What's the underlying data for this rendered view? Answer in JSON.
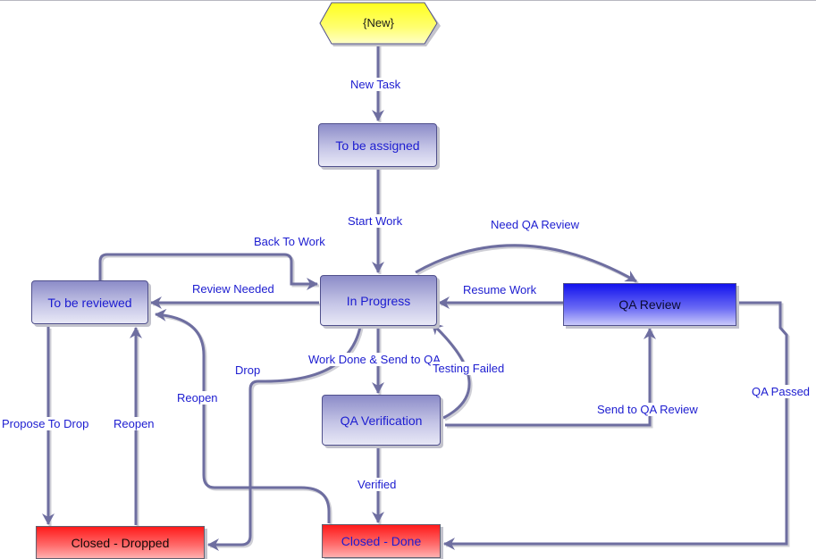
{
  "nodes": {
    "new": "{New}",
    "to_be_assigned": "To be assigned",
    "in_progress": "In Progress",
    "to_be_reviewed": "To be reviewed",
    "qa_review": "QA Review",
    "qa_verification": "QA Verification",
    "closed_dropped": "Closed - Dropped",
    "closed_done": "Closed - Done"
  },
  "transitions": {
    "new_task": "New Task",
    "start_work": "Start Work",
    "back_to_work": "Back To Work",
    "review_needed": "Review Needed",
    "need_qa_review": "Need QA Review",
    "resume_work": "Resume Work",
    "work_done_send_to_qa": "Work Done & Send to QA",
    "testing_failed": "Testing Failed",
    "drop": "Drop",
    "reopen_inprogress": "Reopen",
    "reopen_dropped": "Reopen",
    "propose_to_drop": "Propose To Drop",
    "send_to_qa_review": "Send to QA Review",
    "qa_passed": "QA Passed",
    "verified": "Verified"
  },
  "colors": {
    "connector": "#7070a0",
    "connector_shadow": "#cfcfd6",
    "label_text": "#1c1cd0",
    "state_purple": "#b4b4e0",
    "state_blue": "#1212ee",
    "state_red": "#ff2020",
    "start_yellow": "#ffff33"
  }
}
